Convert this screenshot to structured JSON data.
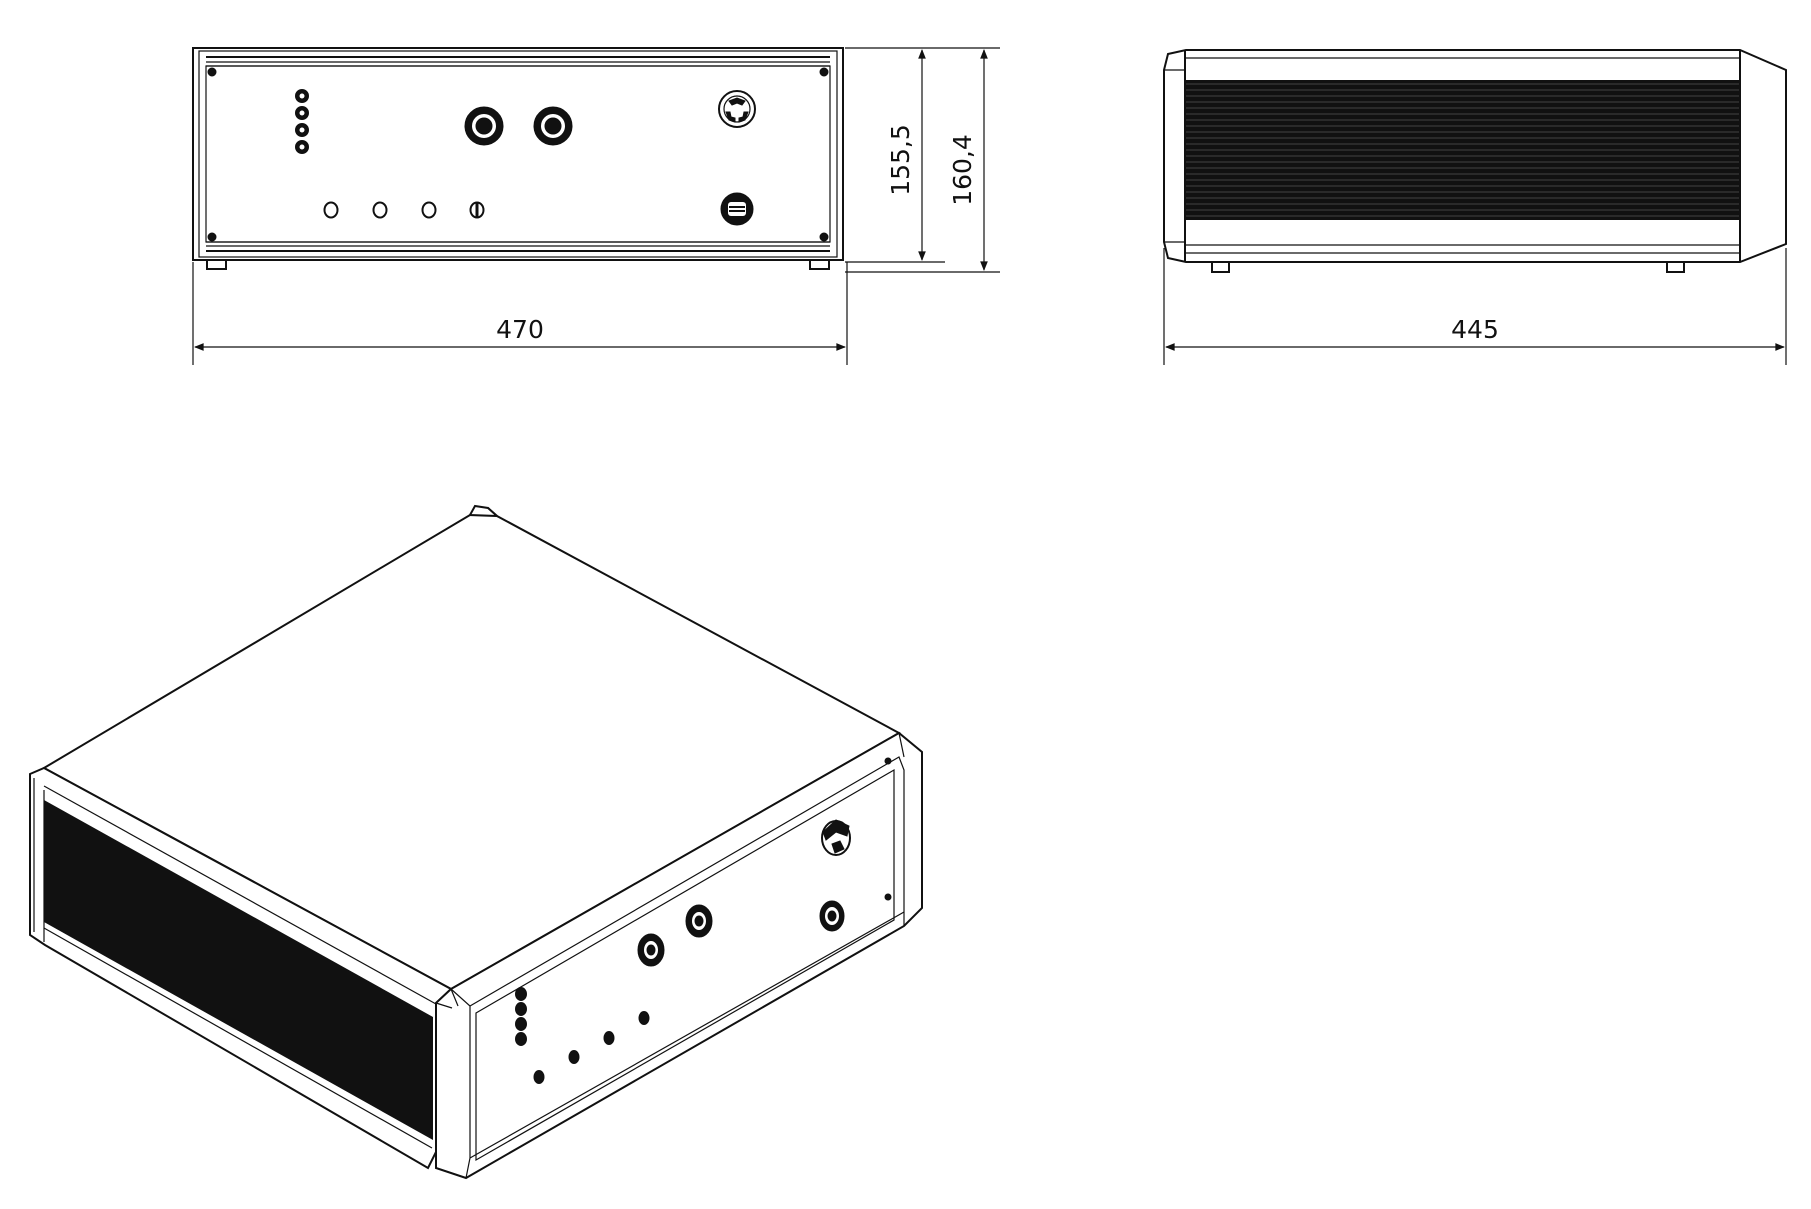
{
  "views": {
    "front": {
      "width_label": "470",
      "inner_height_label": "155,5",
      "height_label": "160,4"
    },
    "side": {
      "depth_label": "445"
    },
    "iso": {}
  },
  "colors": {
    "line": "#111111",
    "background": "#ffffff"
  }
}
